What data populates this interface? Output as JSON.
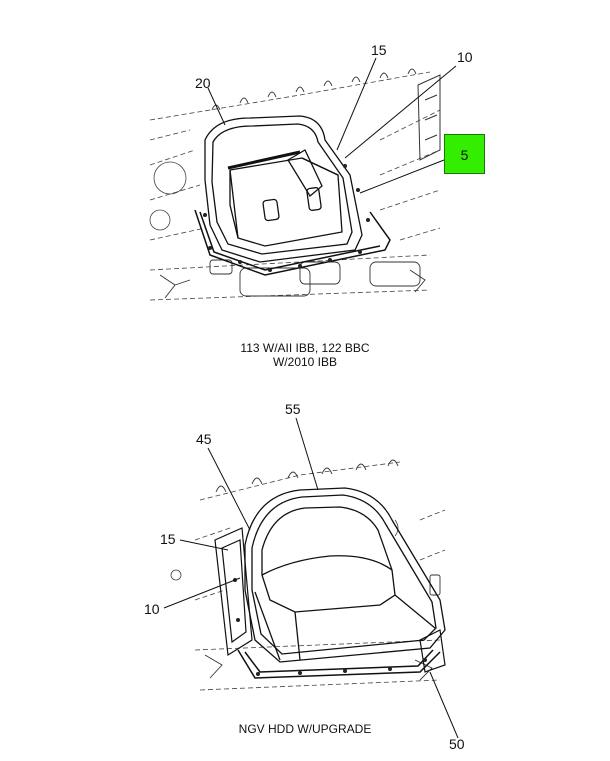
{
  "top_view": {
    "callouts": {
      "c20": "20",
      "c15": "15",
      "c10": "10",
      "c5": "5"
    },
    "caption_line1": "113 W/AII IBB, 122 BBC",
    "caption_line2": "W/2010 IBB",
    "highlight_color": "#33ee00"
  },
  "bottom_view": {
    "callouts": {
      "c55": "55",
      "c45": "45",
      "c15": "15",
      "c10": "10",
      "c50": "50"
    },
    "caption": "NGV HDD W/UPGRADE"
  }
}
